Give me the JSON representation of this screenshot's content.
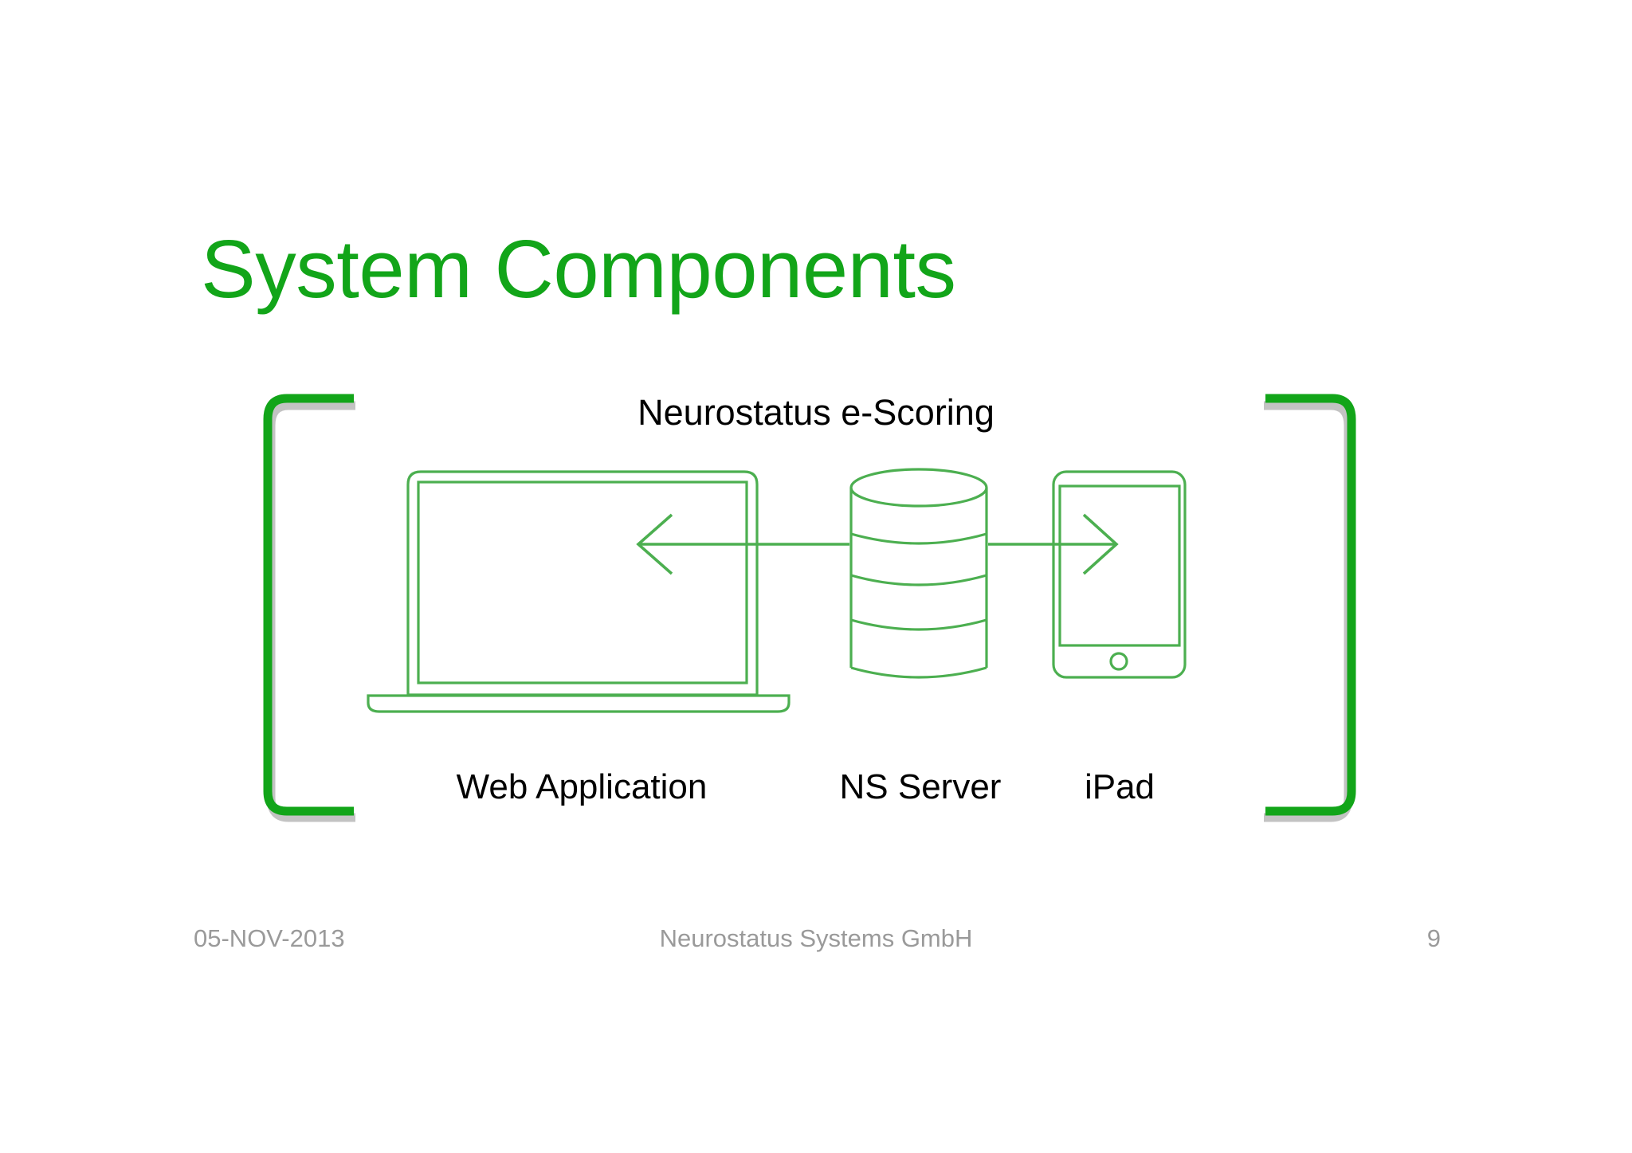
{
  "slide": {
    "title": "System Components",
    "background_color": "#ffffff",
    "title_color": "#12a519",
    "lineart_color": "#4caf50",
    "bracket_color": "#12a519",
    "label_color": "#000000",
    "footer_color": "#9a9a9a"
  },
  "diagram": {
    "group_label": "Neurostatus e-Scoring",
    "components": [
      {
        "key": "web_application",
        "label": "Web Application",
        "icon": "laptop-icon"
      },
      {
        "key": "ns_server",
        "label": "NS Server",
        "icon": "database-cylinder-icon"
      },
      {
        "key": "ipad",
        "label": "iPad",
        "icon": "tablet-icon"
      }
    ],
    "connectors": [
      {
        "key": "server-to-web",
        "direction": "left",
        "from": "ns_server",
        "to": "web_application"
      },
      {
        "key": "server-to-ipad",
        "direction": "right",
        "from": "ns_server",
        "to": "ipad"
      }
    ],
    "brackets": {
      "left": "[",
      "right": "]"
    }
  },
  "footer": {
    "date": "05-NOV-2013",
    "company": "Neurostatus Systems GmbH",
    "page_number": "9"
  }
}
